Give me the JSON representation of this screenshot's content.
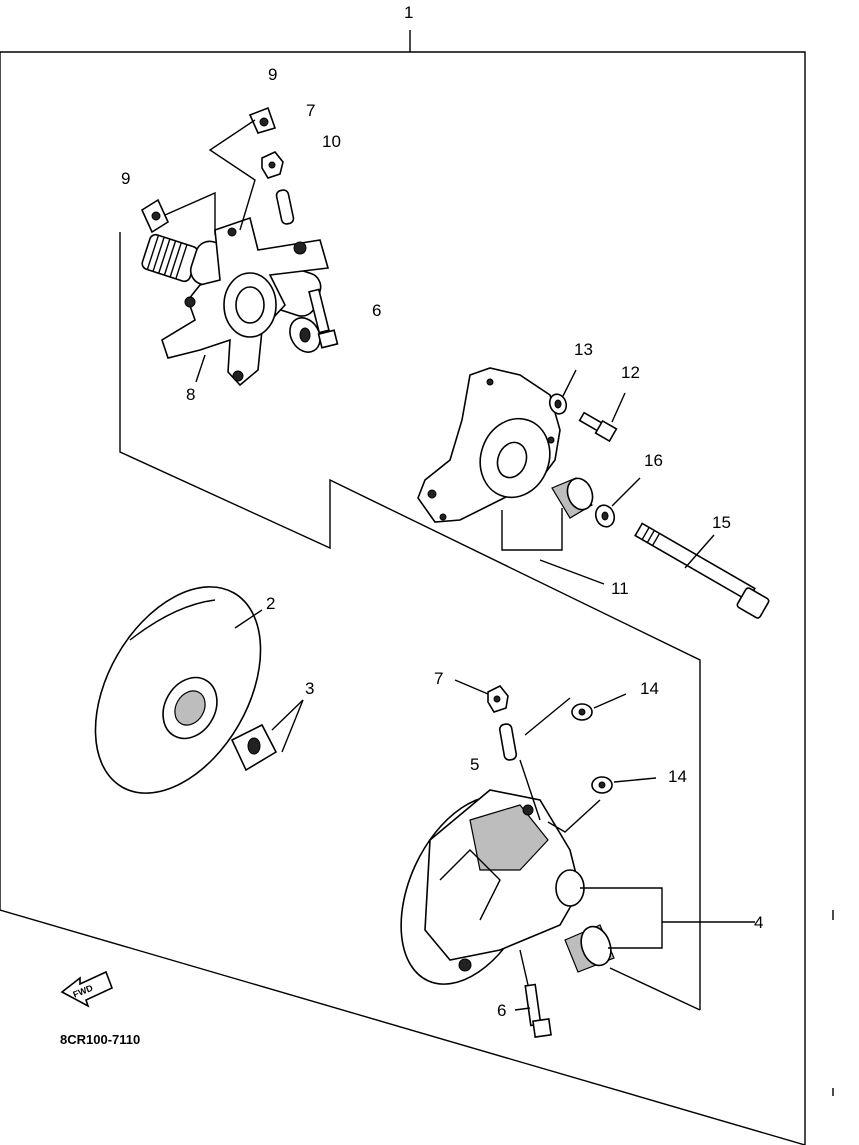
{
  "diagram": {
    "part_code": "8CR100-7110",
    "fwd_label": "FWD",
    "callouts": {
      "c1": "1",
      "c2": "2",
      "c3": "3",
      "c4": "4",
      "c5": "5",
      "c6a": "6",
      "c6b": "6",
      "c7a": "7",
      "c7b": "7",
      "c8": "8",
      "c9a": "9",
      "c9b": "9",
      "c10": "10",
      "c11": "11",
      "c12": "12",
      "c13": "13",
      "c14a": "14",
      "c14b": "14",
      "c15": "15",
      "c16": "16"
    }
  }
}
